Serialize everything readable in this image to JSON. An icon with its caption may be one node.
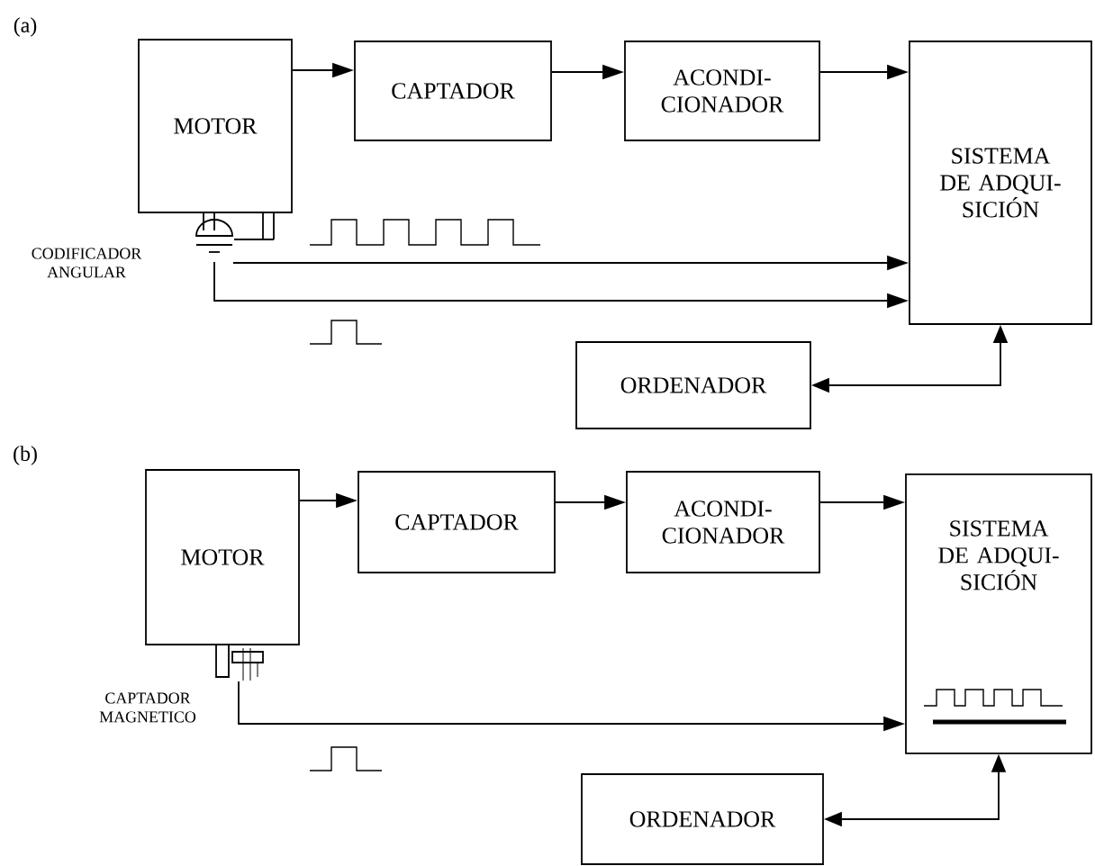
{
  "diagram": {
    "nodes": [
      {
        "text": [
          "MOTOR"
        ]
      },
      {
        "text": [
          "CAPTADOR"
        ]
      },
      {
        "text": [
          "ACONDI- CIONADOR"
        ]
      },
      {
        "text": [
          "SISTEMA DE ADQUI- SICIÓN"
        ]
      },
      {
        "text": [],
        "shape": "picture",
        "beside": [
          "CODIFICADOR ANGULAR"
        ]
      },
      {
        "text": [
          "ORDENADOR"
        ]
      },
      {
        "text": [
          "MOTOR"
        ]
      },
      {
        "text": [
          "CAPTADOR"
        ]
      },
      {
        "text": [
          "ACONDI- CIONADOR"
        ]
      },
      {
        "text": [
          "SISTEMA DE ADQUI- SICIÓN"
        ]
      },
      {
        "text": [],
        "shape": "picture",
        "beside": [
          "CAPTADOR MAGNETICO"
        ]
      },
      {
        "text": [
          "ORDENADOR"
        ]
      }
    ],
    "edges": [
      {
        "from": 0,
        "to": 1,
        "arrow": "to"
      },
      {
        "from": 1,
        "to": 2,
        "arrow": "to"
      },
      {
        "from": 2,
        "to": 3,
        "arrow": "to"
      },
      {
        "from": 4,
        "to": 3,
        "arrow": "to"
      },
      {
        "from": 4,
        "to": 3,
        "arrow": "to"
      },
      {
        "from": 5,
        "to": 3,
        "arrow": "both"
      },
      {
        "from": 6,
        "to": 7,
        "arrow": "to"
      },
      {
        "from": 7,
        "to": 8,
        "arrow": "to"
      },
      {
        "from": 8,
        "to": 9,
        "arrow": "to"
      },
      {
        "from": 10,
        "to": 9,
        "arrow": "to"
      },
      {
        "from": 11,
        "to": 9,
        "arrow": "both"
      }
    ],
    "labels": [
      "(a)",
      "(b)"
    ]
  }
}
